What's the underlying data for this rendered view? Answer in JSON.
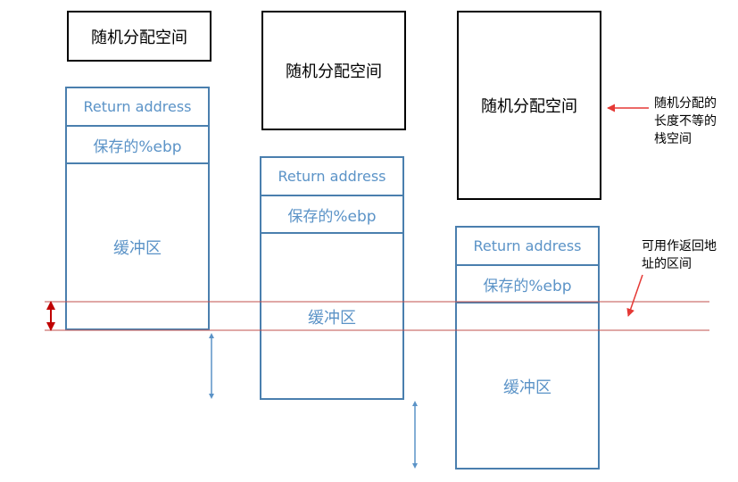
{
  "random_space_label": "随机分配空间",
  "stacks": [
    {
      "return_address": "Return address",
      "saved_ebp": "保存的%ebp",
      "buffer": "缓冲区"
    },
    {
      "return_address": "Return address",
      "saved_ebp": "保存的%ebp",
      "buffer": "缓冲区"
    },
    {
      "return_address": "Return address",
      "saved_ebp": "保存的%ebp",
      "buffer": "缓冲区"
    }
  ],
  "annotations": {
    "random_stack_space": [
      "随机分配的",
      "长度不等的",
      "栈空间"
    ],
    "usable_return_range": [
      "可用作返回地",
      "址的区间"
    ]
  },
  "colors": {
    "stack_border": "#4a7fae",
    "stack_text": "#5b93c7",
    "red_line": "#c0504d",
    "red_arrow": "#c00000",
    "blue_arrow": "#5b93c7"
  }
}
